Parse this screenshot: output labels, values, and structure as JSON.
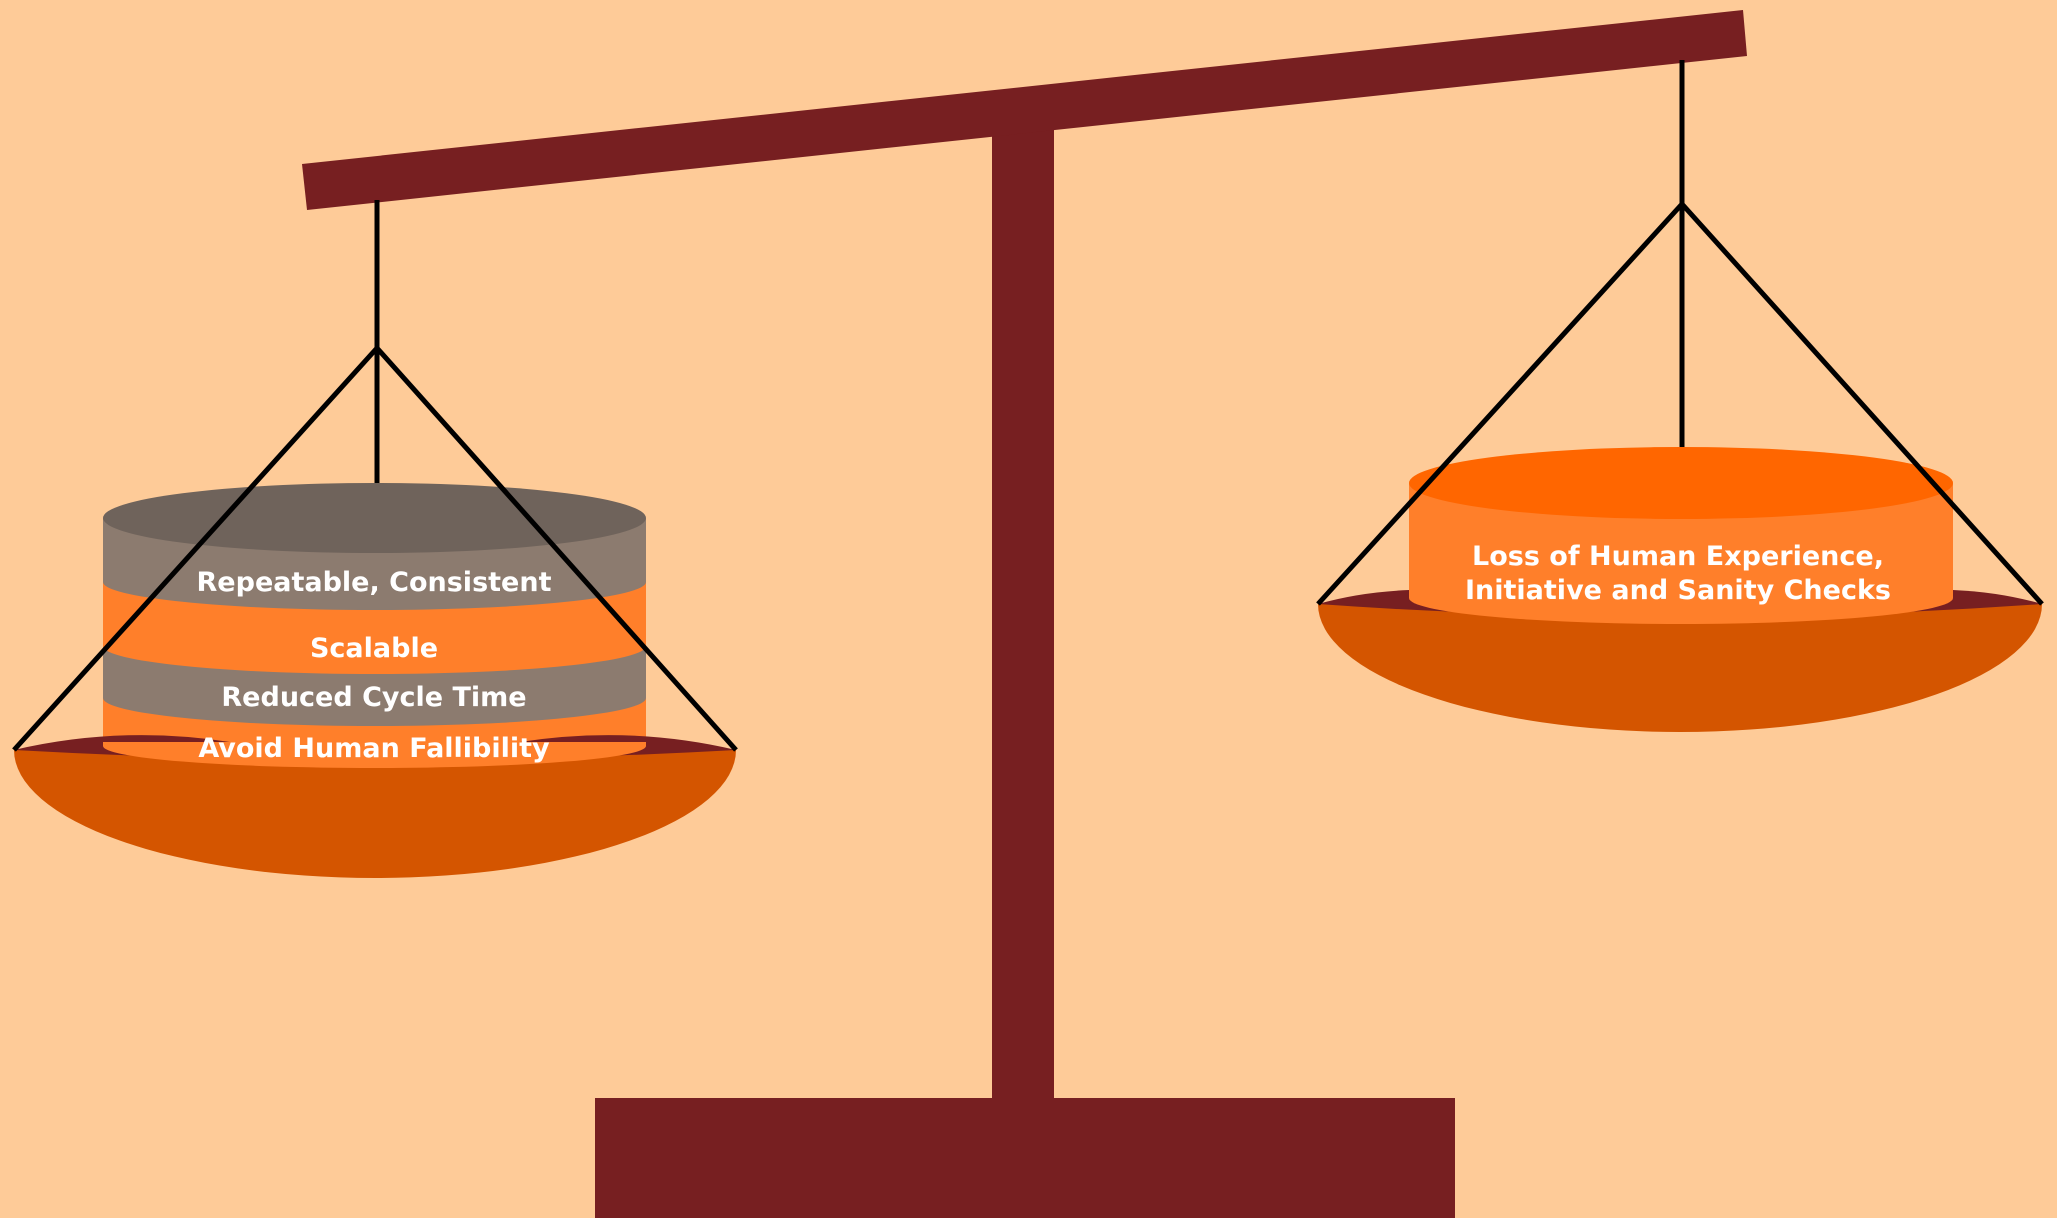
{
  "left_pan": {
    "layers": [
      {
        "label": "Repeatable, Consistent",
        "color": "#8c7b6f"
      },
      {
        "label": "Scalable",
        "color": "#ff7f2a"
      },
      {
        "label": "Reduced Cycle Time",
        "color": "#8c7b6f"
      },
      {
        "label": "Avoid Human Fallibility",
        "color": "#ff7f2a"
      }
    ]
  },
  "right_pan": {
    "line1": "Loss of Human Experience,",
    "line2": "Initiative and Sanity Checks"
  },
  "colors": {
    "background": "#fecb98",
    "beam": "#771f21",
    "pan_bowl": "#d45500",
    "pan_rim": "#771f21",
    "cylinder_orange": "#ff7f2a",
    "cylinder_orange_top": "#ff6600",
    "cylinder_gray": "#8c7b6f",
    "cylinder_gray_top": "#6f635b",
    "text": "#ffffff"
  }
}
